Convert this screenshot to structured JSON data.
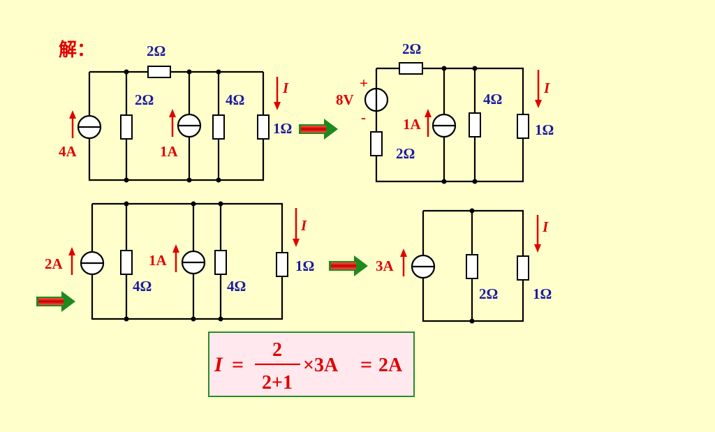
{
  "title": "解：",
  "colors": {
    "background": "#ffffcc",
    "red": "#e00000",
    "blue": "#1a1aa0",
    "arrow_green": "#1e8a1e",
    "arrow_red": "#d01010",
    "formula_bg": "#ffe8ee",
    "formula_border": "#2a8a2a"
  },
  "circuit1": {
    "r_top": "2Ω",
    "r_mid": "2Ω",
    "r_4": "4Ω",
    "r_load": "1Ω",
    "src_left": "4A",
    "src_mid": "1A",
    "current": "I"
  },
  "circuit2": {
    "r_top": "2Ω",
    "v_src": "8V",
    "plus": "+",
    "minus": "-",
    "r_series": "2Ω",
    "src": "1A",
    "r_4": "4Ω",
    "r_load": "1Ω",
    "current": "I"
  },
  "circuit3": {
    "src_left": "2A",
    "r_left": "4Ω",
    "src_mid": "1A",
    "r_mid": "4Ω",
    "r_load": "1Ω",
    "current": "I"
  },
  "circuit4": {
    "src": "3A",
    "r_mid": "2Ω",
    "r_load": "1Ω",
    "current": "I"
  },
  "formula": {
    "lhs": "I",
    "eq1": "=",
    "numerator": "2",
    "denominator": "2+1",
    "times": "×3A",
    "eq2": "=",
    "result": "2A"
  }
}
